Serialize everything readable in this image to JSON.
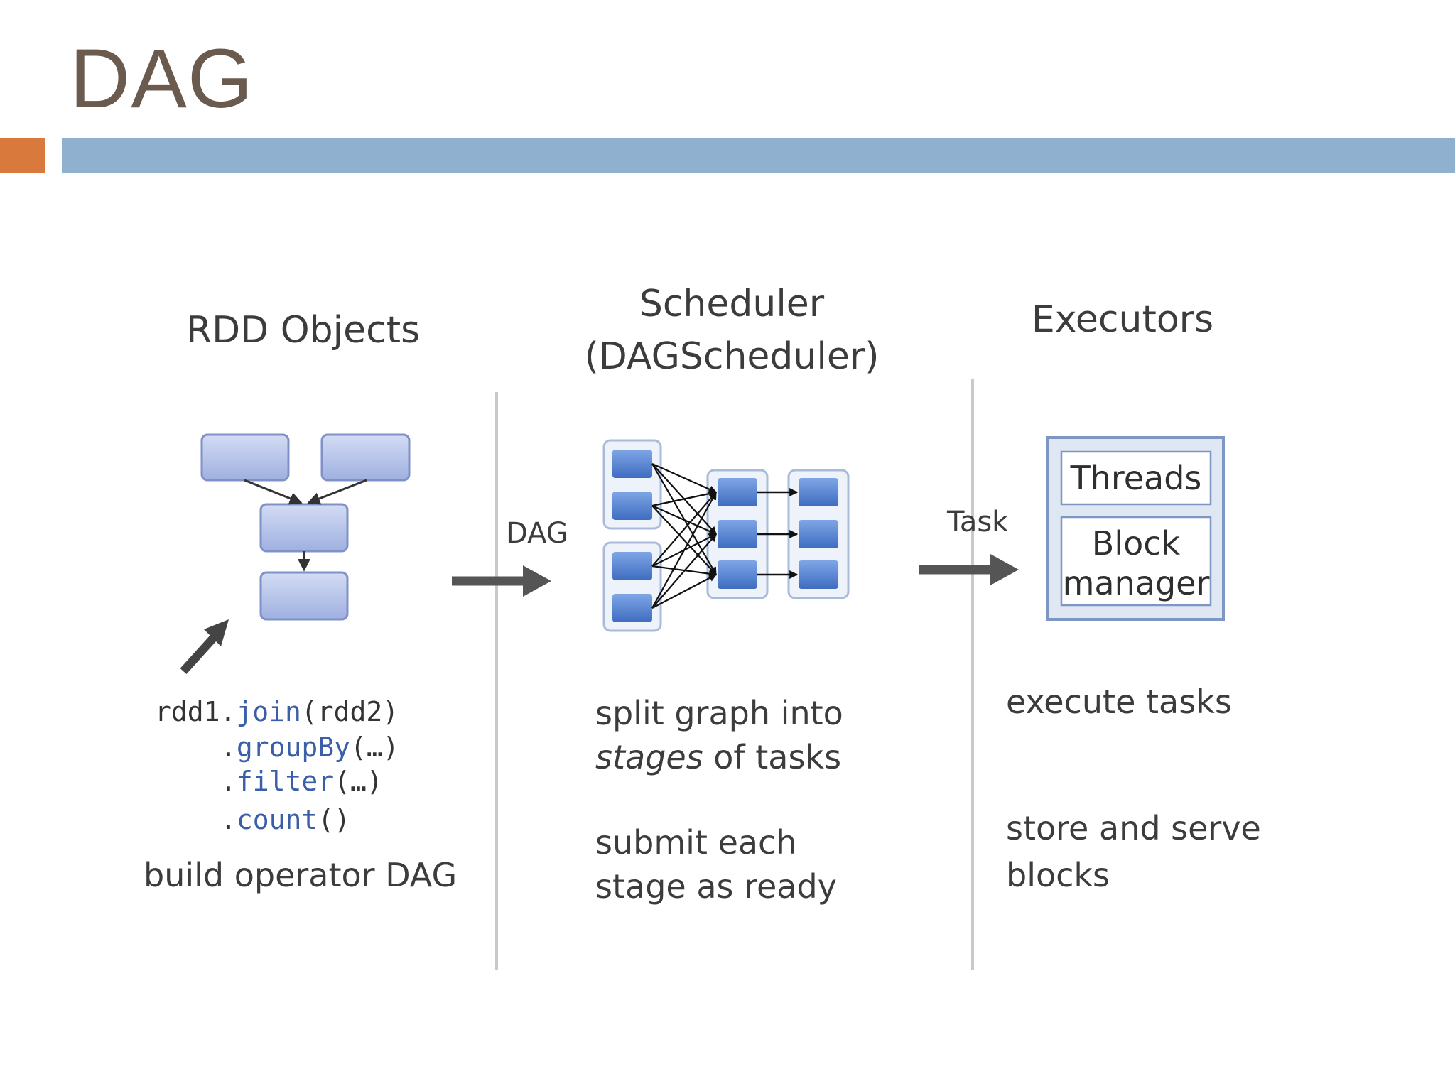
{
  "slide": {
    "title": "DAG"
  },
  "columns": {
    "rdd": {
      "heading": "RDD Objects",
      "code": {
        "line1_prefix": "rdd1.",
        "line1_method": "join",
        "line1_args": "(rdd2)",
        "line2_prefix": ".",
        "line2_method": "groupBy",
        "line2_args": "(…)",
        "line3_prefix": ".",
        "line3_method": "filter",
        "line3_args": "(…)",
        "line4_prefix": ".",
        "line4_method": "count",
        "line4_args": "()"
      },
      "caption": "build operator DAG"
    },
    "scheduler": {
      "heading_line1": "Scheduler",
      "heading_line2": "(DAGScheduler)",
      "caption1_line1": "split graph into",
      "caption1_line2_em": "stages",
      "caption1_line2_rest": " of tasks",
      "caption2_line1": "submit each",
      "caption2_line2": "stage as ready"
    },
    "executors": {
      "heading": "Executors",
      "box_threads": "Threads",
      "box_block_line1": "Block",
      "box_block_line2": "manager",
      "caption1": "execute tasks",
      "caption2_line1": "store and serve",
      "caption2_line2": "blocks"
    }
  },
  "arrows": {
    "dag_label": "DAG",
    "task_label": "Task"
  },
  "colors": {
    "accent": "#d97a3c",
    "rule": "#8fb1cf",
    "title": "#6b5a4e",
    "node_fill": "#b9c6ea",
    "node_stroke": "#7d8fc4",
    "task_fill": "#5b86d1"
  }
}
